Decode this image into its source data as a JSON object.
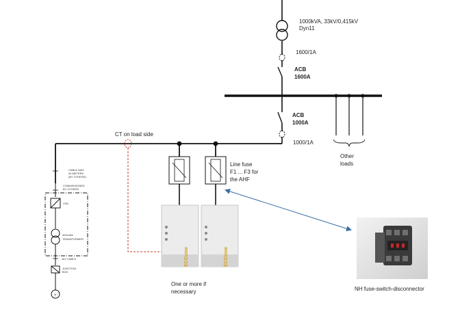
{
  "transformer": {
    "rating": "1000kVA, 33kV/0,415kV",
    "vector_group": "Dyn11"
  },
  "ct_top": "1600/1A",
  "acb_top": {
    "name": "ACB",
    "rating": "1600A"
  },
  "acb_bottom": {
    "name": "ACB",
    "rating": "1000A"
  },
  "ct_bottom": "1000/1A",
  "other_loads": [
    "Other",
    "loads"
  ],
  "ct_load_side": "CT on load side",
  "line_fuse": [
    "Line fuse",
    "F1 ... F3 for",
    "the AHF"
  ],
  "filters": {
    "brand_vertical": "ECOsine",
    "count_note": [
      "One or more if",
      "necessary"
    ]
  },
  "product_caption": "NH fuse-switch-disconnector",
  "left_drawing": {
    "cable": [
      "CABLE  MAX",
      "30 METERS",
      "(BY OTHERS)"
    ],
    "commissioned": [
      "COMMISSIONED",
      "BY OTHERS"
    ],
    "vsd": "VSD",
    "transformer": [
      "400v/4kv",
      "TRANSFORMER"
    ],
    "cable_4kv": "4kV  CABLE",
    "junction": [
      "JUNCTION",
      "BOX"
    ],
    "motor": "M"
  },
  "colors": {
    "line": "#111111",
    "ct_dashed": "#c0392b",
    "arrow": "#3a6ea5",
    "device": "#e9e9e9"
  }
}
